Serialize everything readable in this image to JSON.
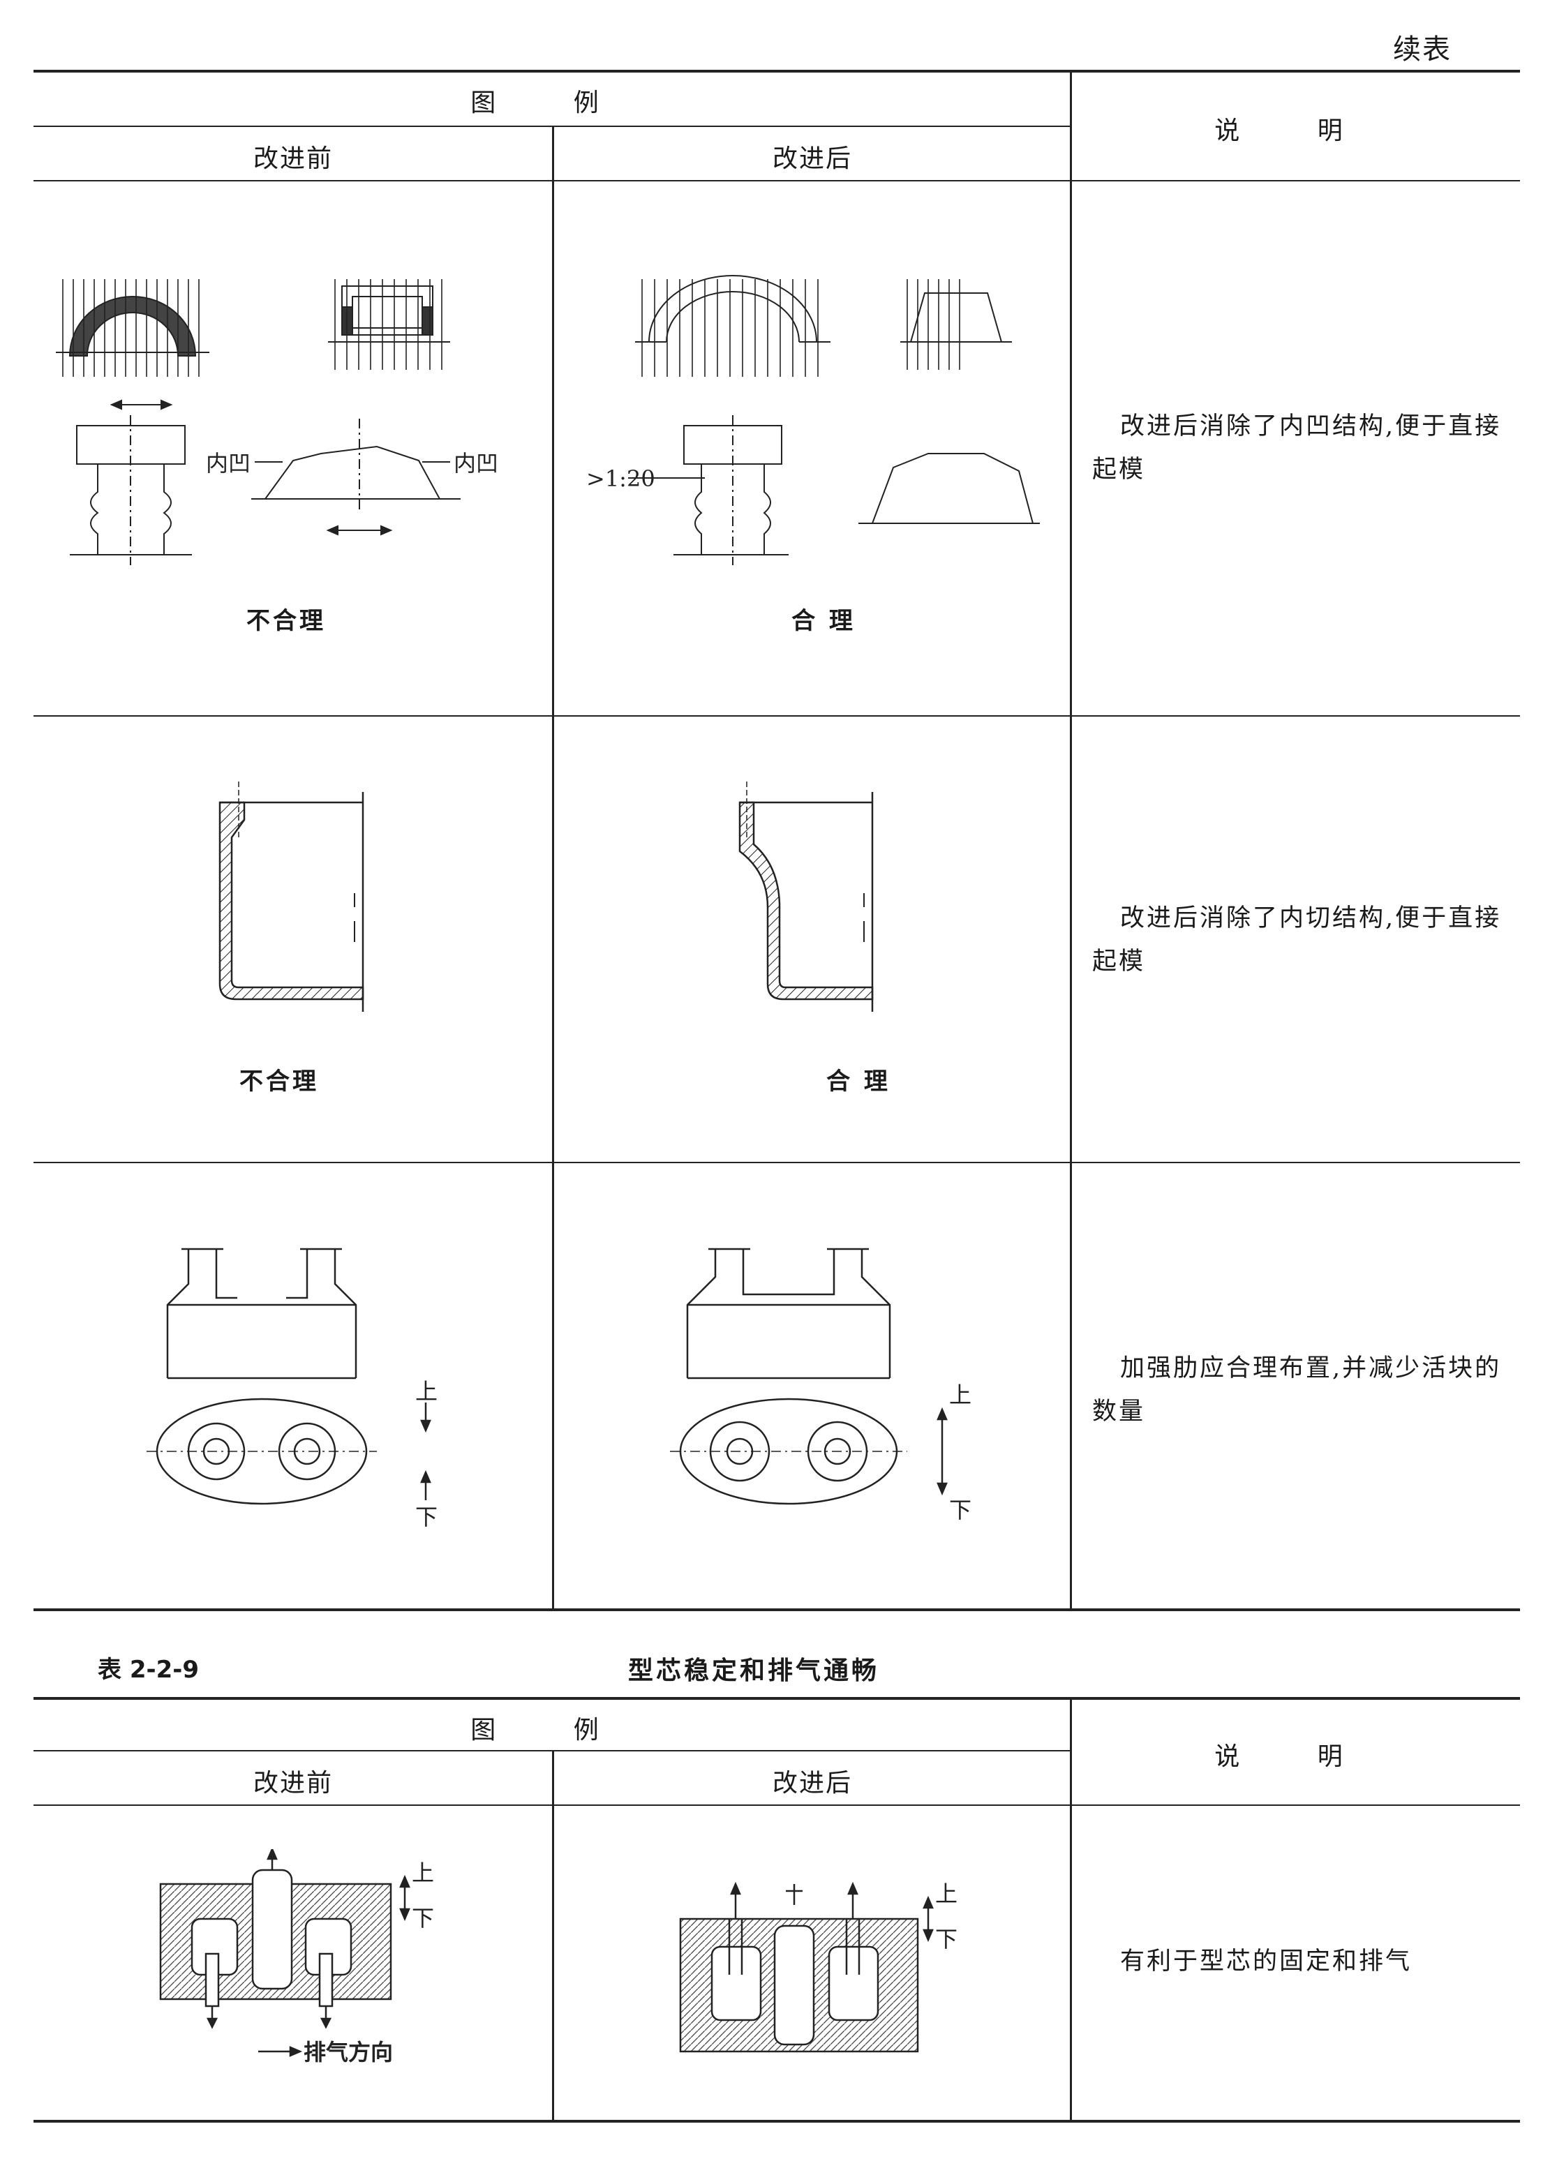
{
  "page": {
    "continued_label": "续表"
  },
  "table1": {
    "header": {
      "figure_group": "图 例",
      "before": "改进前",
      "after": "改进后",
      "note": "说 明"
    },
    "rows": [
      {
        "before_caption": "不合理",
        "after_caption": "合 理",
        "before_labels": {
          "left": "内凹",
          "right": "内凹"
        },
        "after_labels": {
          "ratio": ">1:20"
        },
        "note": "改进后消除了内凹结构,便于直接起模"
      },
      {
        "before_caption": "不合理",
        "after_caption": "合 理",
        "note": "改进后消除了内切结构,便于直接起模"
      },
      {
        "before_labels": {
          "up": "上",
          "down": "下"
        },
        "after_labels": {
          "up": "上",
          "down": "下"
        },
        "note": "加强肋应合理布置,并减少活块的数量"
      }
    ]
  },
  "table2": {
    "number": "表 2-2-9",
    "title": "型芯稳定和排气通畅",
    "header": {
      "figure_group": "图 例",
      "before": "改进前",
      "after": "改进后",
      "note": "说 明"
    },
    "rows": [
      {
        "before_labels": {
          "up": "上",
          "down": "下",
          "vent": "排气方向"
        },
        "after_labels": {
          "up": "上",
          "down": "下"
        },
        "note": "有利于型芯的固定和排气"
      }
    ]
  }
}
